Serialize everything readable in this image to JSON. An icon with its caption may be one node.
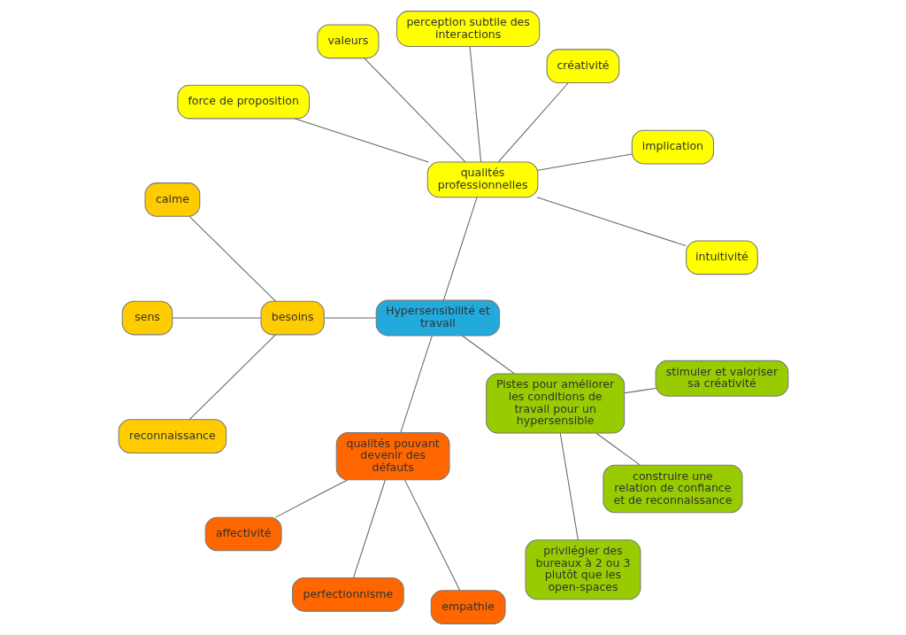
{
  "diagram": {
    "nodes": [
      {
        "text": [
          "Hypersensibilité et travail"
        ]
      },
      {
        "text": [
          "qualités professionnelles"
        ]
      },
      {
        "text": [
          "intuitivité"
        ]
      },
      {
        "text": [
          "implication"
        ]
      },
      {
        "text": [
          "créativité"
        ]
      },
      {
        "text": [
          "perception subtile des interactions"
        ]
      },
      {
        "text": [
          "valeurs"
        ]
      },
      {
        "text": [
          "force de proposition"
        ]
      },
      {
        "text": [
          "besoins"
        ]
      },
      {
        "text": [
          "calme"
        ]
      },
      {
        "text": [
          "sens"
        ]
      },
      {
        "text": [
          "reconnaissance"
        ]
      },
      {
        "text": [
          "qualités pouvant devenir des défauts"
        ]
      },
      {
        "text": [
          "affectivité"
        ]
      },
      {
        "text": [
          "perfectionnisme"
        ]
      },
      {
        "text": [
          "empathie"
        ]
      },
      {
        "text": [
          "Pistes pour améliorer les conditions de travail pour un hypersensible"
        ]
      },
      {
        "text": [
          "privilégier des bureaux à 2 ou 3 plutôt que les open-spaces"
        ]
      },
      {
        "text": [
          "construire une relation de confiance et de reconnaissance"
        ]
      },
      {
        "text": [
          "stimuler et valoriser sa créativité"
        ]
      }
    ],
    "edges": [
      {
        "from": 0,
        "to": 1,
        "arrow": "none"
      },
      {
        "from": 1,
        "to": 2,
        "arrow": "none"
      },
      {
        "from": 1,
        "to": 3,
        "arrow": "none"
      },
      {
        "from": 1,
        "to": 4,
        "arrow": "none"
      },
      {
        "from": 1,
        "to": 5,
        "arrow": "none"
      },
      {
        "from": 1,
        "to": 6,
        "arrow": "none"
      },
      {
        "from": 1,
        "to": 7,
        "arrow": "none"
      },
      {
        "from": 0,
        "to": 8,
        "arrow": "none"
      },
      {
        "from": 8,
        "to": 9,
        "arrow": "none"
      },
      {
        "from": 8,
        "to": 10,
        "arrow": "none"
      },
      {
        "from": 8,
        "to": 11,
        "arrow": "none"
      },
      {
        "from": 0,
        "to": 12,
        "arrow": "none"
      },
      {
        "from": 12,
        "to": 13,
        "arrow": "none"
      },
      {
        "from": 12,
        "to": 14,
        "arrow": "none"
      },
      {
        "from": 12,
        "to": 15,
        "arrow": "none"
      },
      {
        "from": 0,
        "to": 16,
        "arrow": "none"
      },
      {
        "from": 16,
        "to": 17,
        "arrow": "none"
      },
      {
        "from": 16,
        "to": 18,
        "arrow": "none"
      },
      {
        "from": 16,
        "to": 19,
        "arrow": "none"
      }
    ]
  }
}
